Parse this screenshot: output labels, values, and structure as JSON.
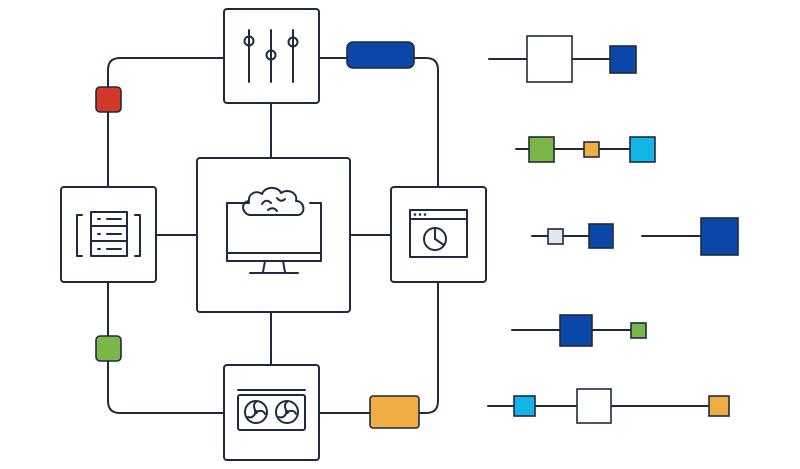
{
  "diagram": {
    "nodes": [
      {
        "id": "controls",
        "icon": "sliders-icon"
      },
      {
        "id": "storage",
        "icon": "server-icon"
      },
      {
        "id": "monitor",
        "icon": "cloud-monitor-icon"
      },
      {
        "id": "analytics",
        "icon": "browser-pie-chart-icon"
      },
      {
        "id": "gpu",
        "icon": "graphics-card-icon"
      }
    ],
    "connectors": [
      {
        "id": "top-right",
        "color": "#0b47a8"
      },
      {
        "id": "left-top",
        "color": "#d2392b"
      },
      {
        "id": "left-bottom",
        "color": "#7ab648"
      },
      {
        "id": "bottom-right",
        "color": "#f0ad45"
      }
    ],
    "legend_rows": [
      {
        "row": 1,
        "colors": [
          "#ffffff",
          "#0b47a8"
        ]
      },
      {
        "row": 2,
        "colors": [
          "#7ab648",
          "#f0ad45",
          "#12b5e6"
        ]
      },
      {
        "row": 3,
        "colors": [
          "#e2e6ee",
          "#0b47a8",
          "#0b47a8"
        ]
      },
      {
        "row": 4,
        "colors": [
          "#0b47a8",
          "#7ab648"
        ]
      },
      {
        "row": 5,
        "colors": [
          "#12b5e6",
          "#ffffff",
          "#f0ad45"
        ]
      }
    ]
  }
}
